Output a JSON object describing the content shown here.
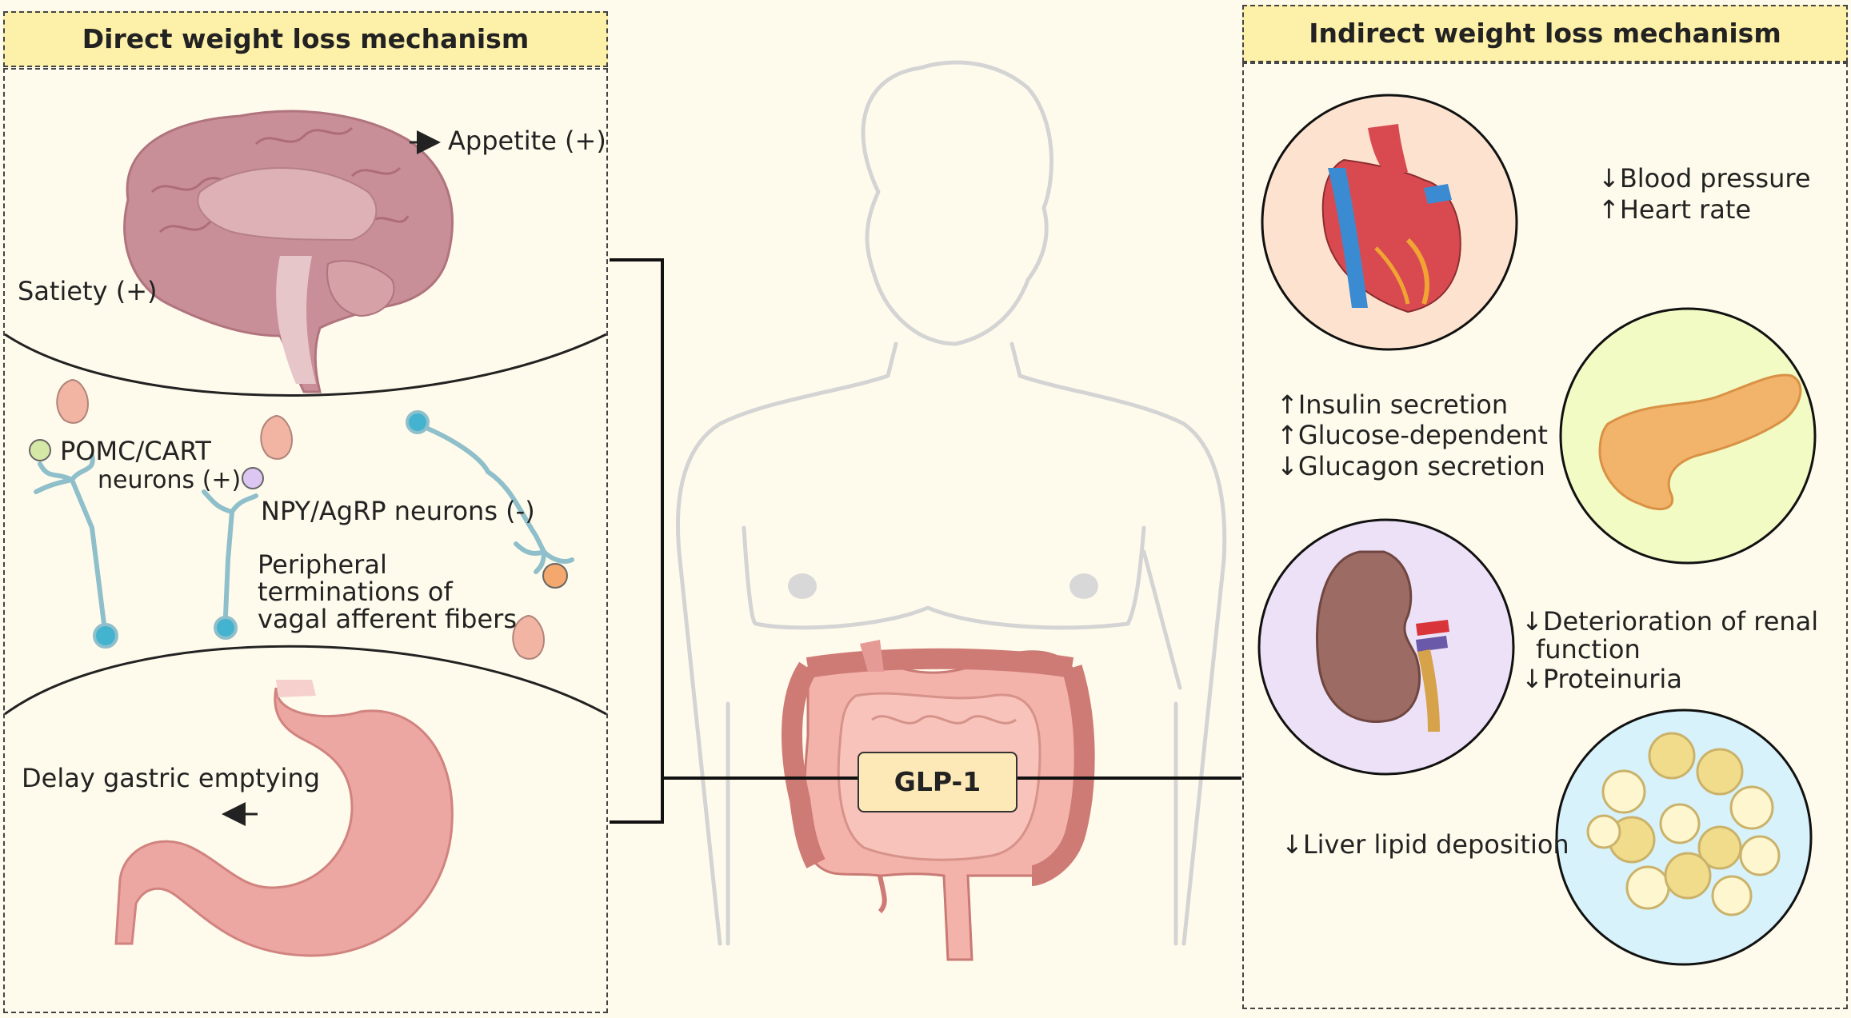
{
  "left_panel": {
    "header": "Direct weight loss mechanism",
    "appetite": "Appetite (+)",
    "satiety": "Satiety (+)",
    "pomc_line1": "POMC/CART",
    "pomc_line2": "neurons (+)",
    "npy": "NPY/AgRP neurons (-)",
    "peripheral_line1": "Peripheral",
    "peripheral_line2": "terminations of",
    "peripheral_line3": "vagal afferent fibers",
    "gastric": "Delay gastric emptying"
  },
  "center": {
    "glp1": "GLP-1"
  },
  "right_panel": {
    "header": "Indirect weight loss mechanism",
    "heart_line1": "↓Blood pressure",
    "heart_line2": "↑Heart rate",
    "pancreas_line1": "↑Insulin secretion",
    "pancreas_line2": "↑Glucose-dependent",
    "pancreas_line3": "↓Glucagon secretion",
    "kidney_line1": "↓Deterioration of renal",
    "kidney_line2": "function",
    "kidney_line3": "↓Proteinuria",
    "liver_line1": "↓Liver lipid deposition"
  },
  "colors": {
    "background": "#fffbec",
    "header_fill": "#fdf0a8",
    "panel_fill": "#fff7de",
    "brain": "#c98f98",
    "stomach": "#eda7a3",
    "intestine": "#d98580",
    "heart_circle": "#fde3cf",
    "pancreas_circle": "#f2fbc4",
    "kidney_circle": "#ece1f7",
    "liver_circle": "#d7f2fb"
  }
}
